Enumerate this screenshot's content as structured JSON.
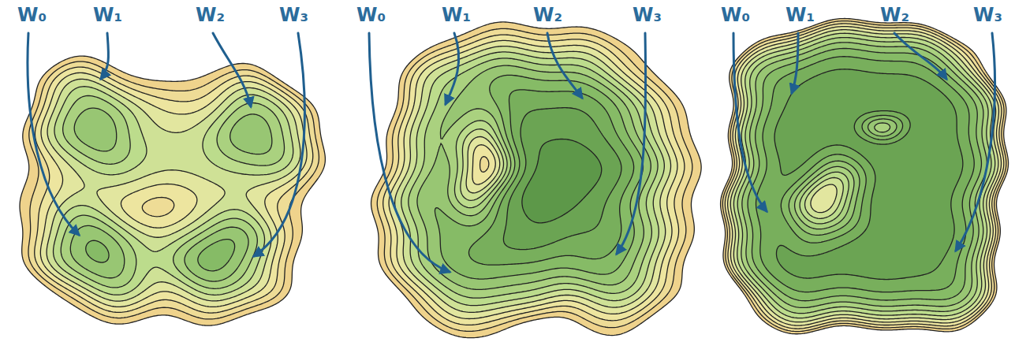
{
  "diagram": {
    "labels": [
      "W₀",
      "W₁",
      "W₂",
      "W₃",
      "W₀",
      "W₁",
      "W₂",
      "W₃",
      "W₀",
      "W₁",
      "W₂",
      "W₃"
    ]
  }
}
